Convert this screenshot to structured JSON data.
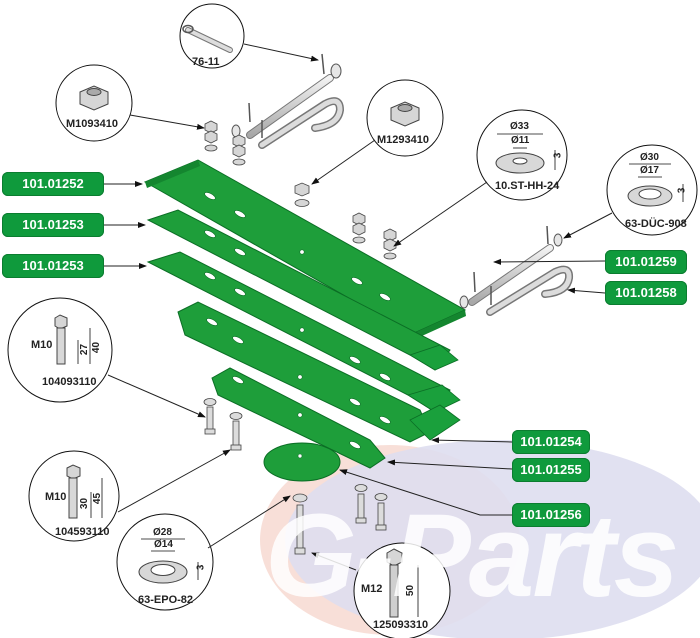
{
  "watermark": {
    "text": "G-Parts",
    "colors": {
      "left_ellipse": "#f6d7cf",
      "right_ellipse": "#dcdcee"
    }
  },
  "part_tags": [
    {
      "id": "tag-1",
      "label": "101.01252"
    },
    {
      "id": "tag-2",
      "label": "101.01253"
    },
    {
      "id": "tag-3",
      "label": "101.01253"
    },
    {
      "id": "tag-4",
      "label": "101.01259"
    },
    {
      "id": "tag-5",
      "label": "101.01258"
    },
    {
      "id": "tag-6",
      "label": "101.01254"
    },
    {
      "id": "tag-7",
      "label": "101.01255"
    },
    {
      "id": "tag-8",
      "label": "101.01256"
    }
  ],
  "callouts": {
    "cotter_pin": {
      "code": "76-11"
    },
    "nut_m10": {
      "code": "M1093410"
    },
    "nut_m12": {
      "code": "M1293410"
    },
    "washer_33": {
      "code": "10.ST-HH-24",
      "outer": "Ø33",
      "inner": "Ø11",
      "thickness": "3"
    },
    "washer_30": {
      "code": "63-DÜC-908",
      "outer": "Ø30",
      "inner": "Ø17",
      "thickness": "3"
    },
    "bolt_40": {
      "code": "104093110",
      "thread": "M10",
      "length": "40",
      "thread_length": "27"
    },
    "bolt_45": {
      "code": "104593110",
      "thread": "M10",
      "length": "45",
      "thread_length": "30"
    },
    "washer_28": {
      "code": "63-EPO-82",
      "outer": "Ø28",
      "inner": "Ø14",
      "thickness": "3"
    },
    "bolt_50": {
      "code": "125093310",
      "thread": "M12",
      "length": "50"
    }
  },
  "colors": {
    "tag_green": "#0f9a3c",
    "blade_green": "#1e9e3a",
    "blade_edge": "#0b6e25"
  }
}
